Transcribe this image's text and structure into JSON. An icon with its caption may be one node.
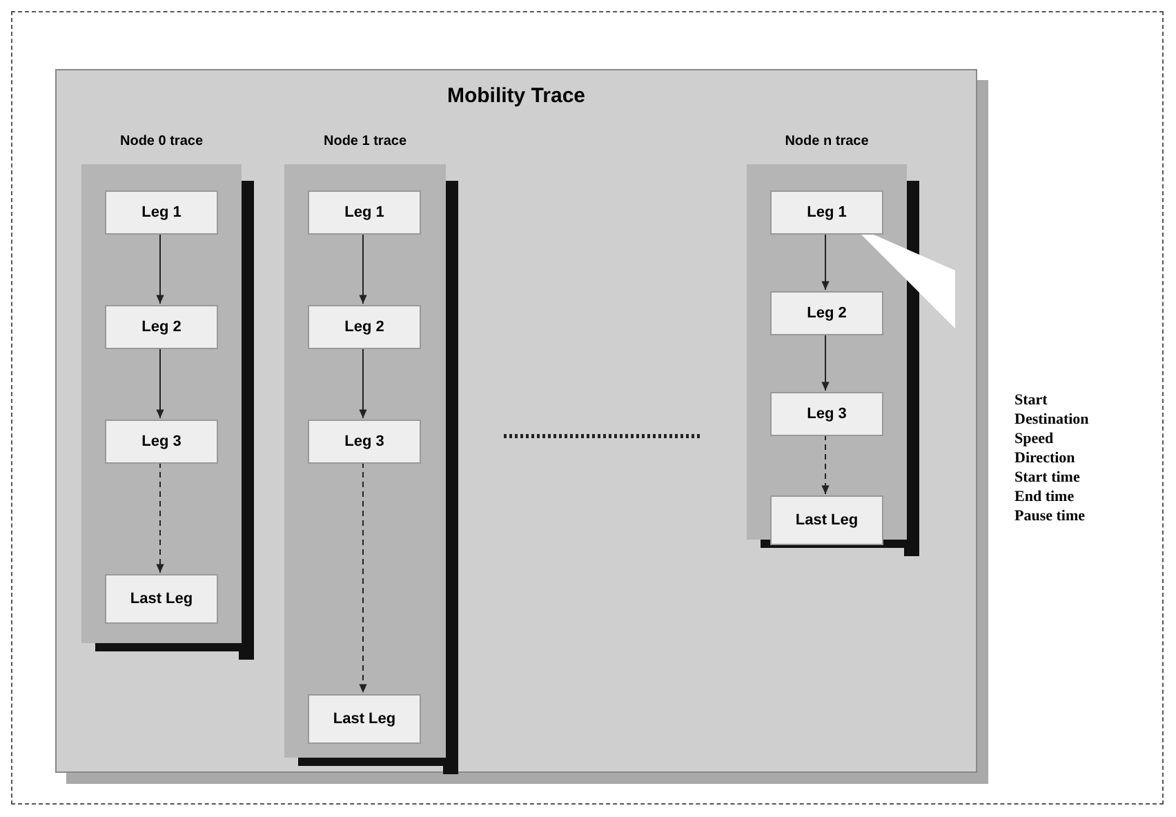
{
  "diagram": {
    "nodes": [
      {
        "text": [
          "Mobility Trace"
        ]
      },
      {
        "text": [
          "Node 0 trace"
        ],
        "in": 0
      },
      {
        "text": [
          "Leg 1"
        ],
        "in": 1
      },
      {
        "text": [
          "Leg 2"
        ],
        "in": 1
      },
      {
        "text": [
          "Leg 3"
        ],
        "in": 1
      },
      {
        "text": [
          "Last Leg"
        ],
        "in": 1
      },
      {
        "text": [
          "Node 1 trace"
        ],
        "in": 0
      },
      {
        "text": [
          "Leg 1"
        ],
        "in": 6
      },
      {
        "text": [
          "Leg 2"
        ],
        "in": 6
      },
      {
        "text": [
          "Leg 3"
        ],
        "in": 6
      },
      {
        "text": [
          "Last Leg"
        ],
        "in": 6
      },
      {
        "text": [
          "Node n trace"
        ],
        "in": 0
      },
      {
        "text": [
          "Leg 1"
        ],
        "in": 11
      },
      {
        "text": [
          "Leg 2"
        ],
        "in": 11
      },
      {
        "text": [
          "Leg 3"
        ],
        "in": 11
      },
      {
        "text": [
          "Last Leg"
        ],
        "in": 11
      }
    ],
    "edges": [
      {
        "from": 2,
        "to": 3,
        "arrow": "to"
      },
      {
        "from": 3,
        "to": 4,
        "arrow": "to"
      },
      {
        "from": 4,
        "to": 5,
        "arrow": "to",
        "style": "dashed"
      },
      {
        "from": 7,
        "to": 8,
        "arrow": "to"
      },
      {
        "from": 8,
        "to": 9,
        "arrow": "to"
      },
      {
        "from": 9,
        "to": 10,
        "arrow": "to",
        "style": "dashed"
      },
      {
        "from": 12,
        "to": 13,
        "arrow": "to"
      },
      {
        "from": 13,
        "to": 14,
        "arrow": "to"
      },
      {
        "from": 14,
        "to": 15,
        "arrow": "to",
        "style": "dashed"
      }
    ],
    "labels": [
      "Start",
      "Destination",
      "Speed",
      "Direction",
      "Start time",
      "End time",
      "Pause time"
    ]
  }
}
